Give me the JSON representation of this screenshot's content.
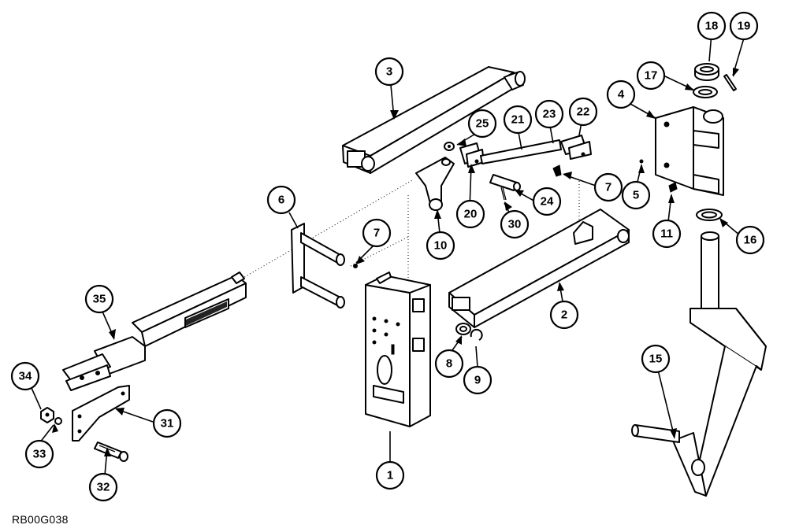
{
  "drawing_id": "RB00G038",
  "callouts": [
    {
      "label": "1"
    },
    {
      "label": "2"
    },
    {
      "label": "3"
    },
    {
      "label": "4"
    },
    {
      "label": "5"
    },
    {
      "label": "6"
    },
    {
      "label": "7"
    },
    {
      "label": "7"
    },
    {
      "label": "8"
    },
    {
      "label": "9"
    },
    {
      "label": "10"
    },
    {
      "label": "11"
    },
    {
      "label": "15"
    },
    {
      "label": "16"
    },
    {
      "label": "17"
    },
    {
      "label": "18"
    },
    {
      "label": "19"
    },
    {
      "label": "20"
    },
    {
      "label": "21"
    },
    {
      "label": "22"
    },
    {
      "label": "23"
    },
    {
      "label": "24"
    },
    {
      "label": "25"
    },
    {
      "label": "30"
    },
    {
      "label": "31"
    },
    {
      "label": "32"
    },
    {
      "label": "33"
    },
    {
      "label": "34"
    },
    {
      "label": "35"
    }
  ]
}
